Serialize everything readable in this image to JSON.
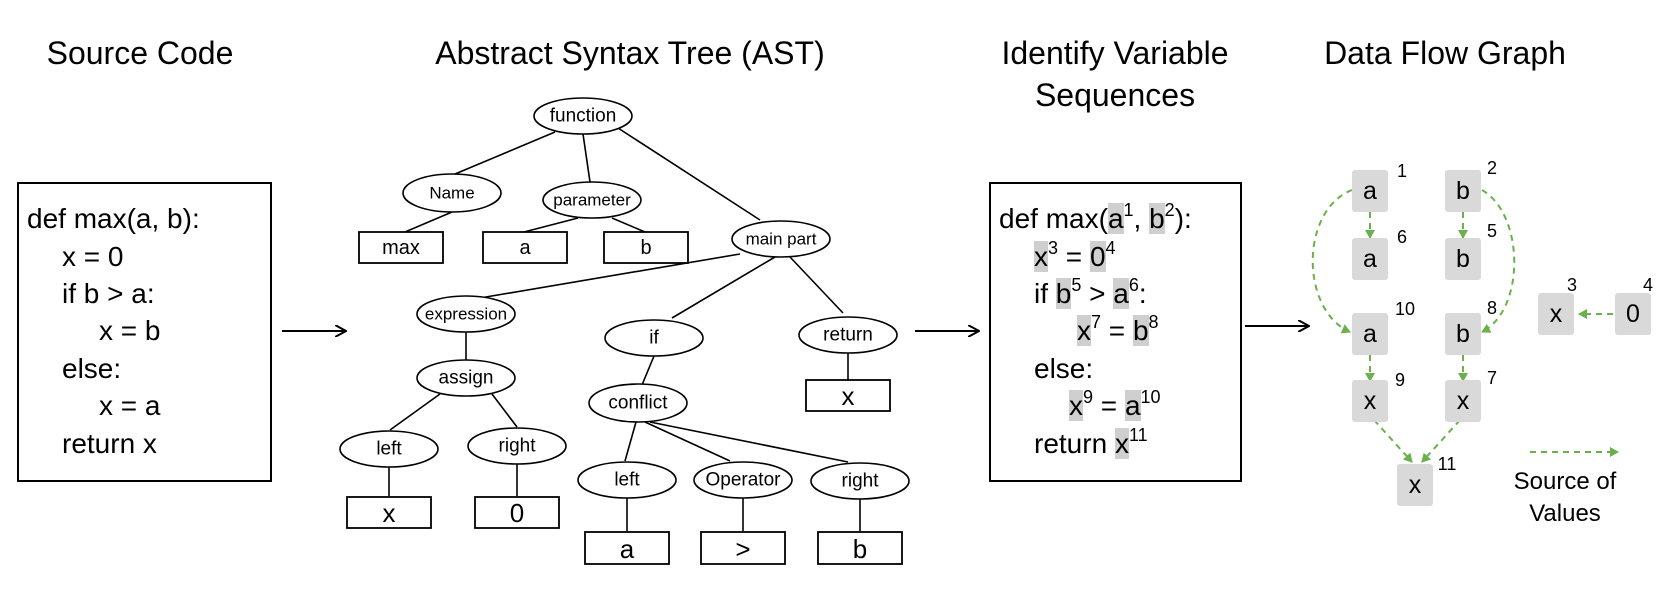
{
  "titles": {
    "source": "Source Code",
    "ast": "Abstract Syntax Tree (AST)",
    "identify_line1": "Identify Variable",
    "identify_line2": "Sequences",
    "dfg": "Data Flow Graph"
  },
  "source_code": {
    "lines": [
      "def max(a, b):",
      "x = 0",
      "if b > a:",
      "x = b",
      "else:",
      "x = a",
      "return x"
    ]
  },
  "ast": {
    "nodes": {
      "function": "function",
      "name": "Name",
      "parameter": "parameter",
      "main_part": "main part",
      "max": "max",
      "a": "a",
      "b": "b",
      "expression": "expression",
      "if": "if",
      "return": "return",
      "return_x": "x",
      "assign": "assign",
      "left1": "left",
      "right1": "right",
      "x": "x",
      "zero": "0",
      "conflict": "conflict",
      "left2": "left",
      "operator": "Operator",
      "right2": "right",
      "cond_a": "a",
      "gt": ">",
      "cond_b": "b"
    }
  },
  "identify": {
    "def": "def max(",
    "a": "a",
    "a_n": "1",
    "comma": ", ",
    "b": "b",
    "b_n": "2",
    "close": "):",
    "x3": "x",
    "x3_n": "3",
    "eq1": " = ",
    "zero": "0",
    "zero_n": "4",
    "if": "if ",
    "b5": "b",
    "b5_n": "5",
    "gt": " > ",
    "a6": "a",
    "a6_n": "6",
    "colon": ":",
    "x7": "x",
    "x7_n": "7",
    "eq2": " = ",
    "b8": "b",
    "b8_n": "8",
    "else": "else:",
    "x9": "x",
    "x9_n": "9",
    "eq3": " = ",
    "a10": "a",
    "a10_n": "10",
    "return": "return ",
    "x11": "x",
    "x11_n": "11"
  },
  "dfg": {
    "nodes": {
      "a1": {
        "label": "a",
        "num": "1"
      },
      "b2": {
        "label": "b",
        "num": "2"
      },
      "a6": {
        "label": "a",
        "num": "6"
      },
      "b5": {
        "label": "b",
        "num": "5"
      },
      "a10": {
        "label": "a",
        "num": "10"
      },
      "b8": {
        "label": "b",
        "num": "8"
      },
      "x9": {
        "label": "x",
        "num": "9"
      },
      "x7": {
        "label": "x",
        "num": "7"
      },
      "x11": {
        "label": "x",
        "num": "11"
      },
      "x3": {
        "label": "x",
        "num": "3"
      },
      "z4": {
        "label": "0",
        "num": "4"
      }
    },
    "legend_line1": "Source of",
    "legend_line2": "Values",
    "edge_color": "#6ab04c",
    "node_color": "#d9d9d9"
  }
}
